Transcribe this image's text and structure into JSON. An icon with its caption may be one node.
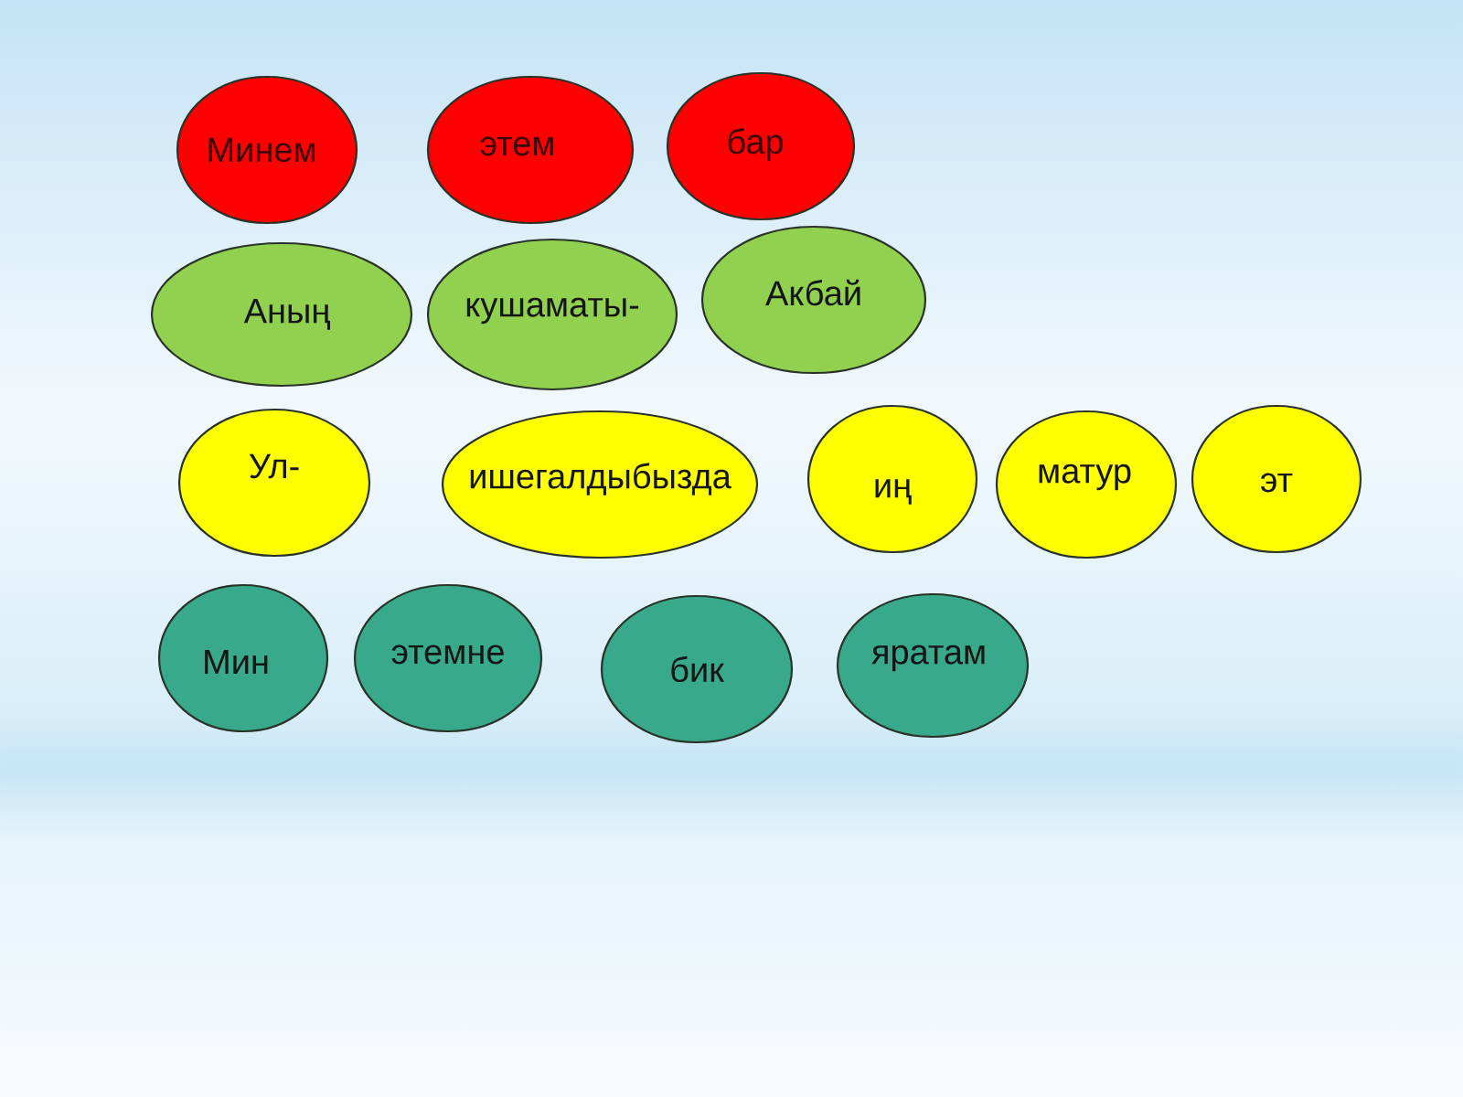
{
  "diagram": {
    "nodes": [
      {
        "text": [
          "Минем"
        ]
      },
      {
        "text": [
          "этем"
        ]
      },
      {
        "text": [
          "бар"
        ]
      },
      {
        "text": [
          "Аның"
        ]
      },
      {
        "text": [
          "кушаматы-"
        ]
      },
      {
        "text": [
          "Акбай"
        ]
      },
      {
        "text": [
          "Ул-"
        ]
      },
      {
        "text": [
          "ишегалдыбызда"
        ]
      },
      {
        "text": [
          "иң"
        ]
      },
      {
        "text": [
          "матур"
        ]
      },
      {
        "text": [
          "эт"
        ]
      },
      {
        "text": [
          "Мин"
        ]
      },
      {
        "text": [
          "этемне"
        ]
      },
      {
        "text": [
          "бик"
        ]
      },
      {
        "text": [
          "яратам"
        ]
      }
    ],
    "edges": []
  }
}
